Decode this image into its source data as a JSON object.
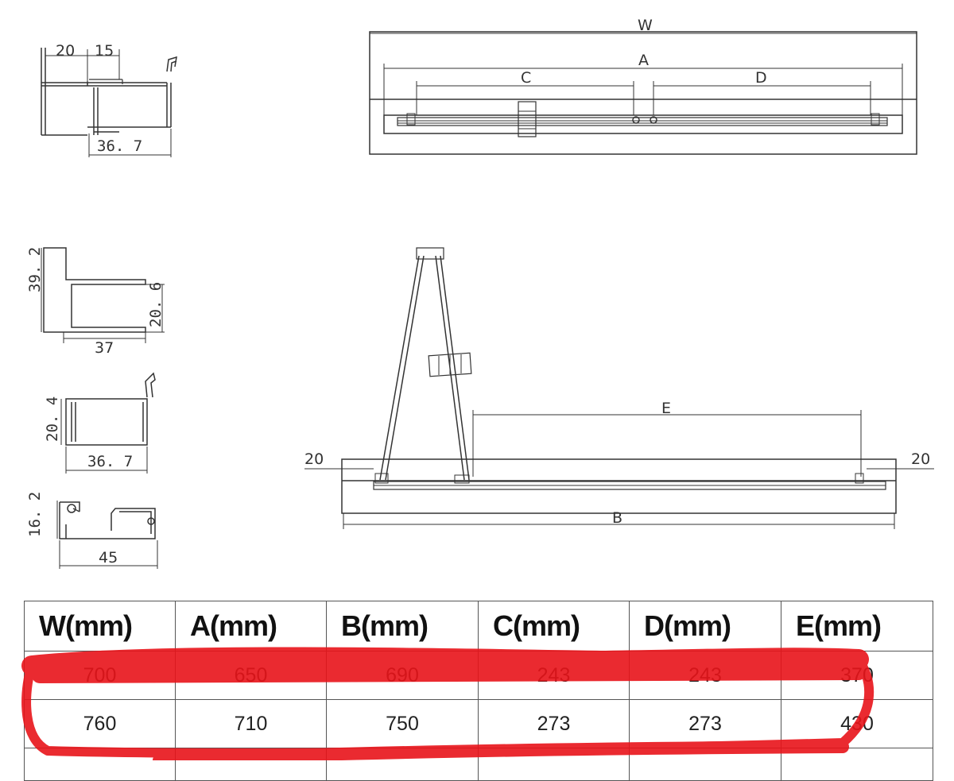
{
  "profiles": {
    "p1": {
      "dim_top_a": "20",
      "dim_top_b": "15",
      "dim_bottom": "36. 7"
    },
    "p2": {
      "dim_left": "39. 2",
      "dim_right": "20. 6",
      "dim_bottom": "37"
    },
    "p3": {
      "dim_left": "20. 4",
      "dim_bottom": "36. 7"
    },
    "p4": {
      "dim_left": "16. 2",
      "dim_bottom": "45"
    }
  },
  "top_view": {
    "label_w": "W",
    "label_a": "A",
    "label_c": "C",
    "label_d": "D"
  },
  "front_view": {
    "label_e": "E",
    "label_b": "B",
    "left_offset": "20",
    "right_offset": "20"
  },
  "table": {
    "headers": [
      "W(mm)",
      "A(mm)",
      "B(mm)",
      "C(mm)",
      "D(mm)",
      "E(mm)"
    ],
    "rows": [
      [
        "700",
        "650",
        "690",
        "243",
        "243",
        "370"
      ],
      [
        "760",
        "710",
        "750",
        "273",
        "273",
        "430"
      ],
      [
        "",
        "",
        "",
        "",
        "",
        ""
      ]
    ]
  },
  "highlight_color": "#e8141a"
}
